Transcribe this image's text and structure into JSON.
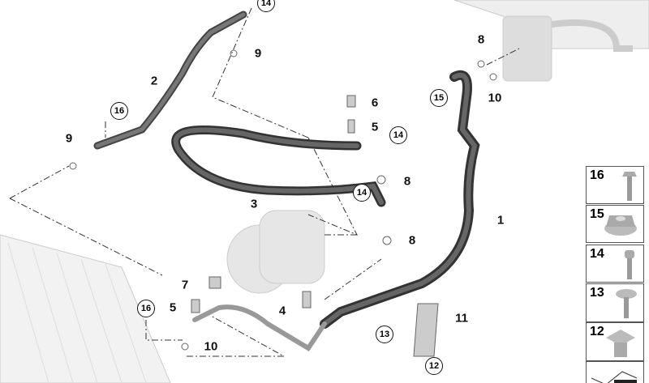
{
  "callouts": {
    "c14a": "14",
    "c16a": "16",
    "c15": "15",
    "c14b": "14",
    "c14c": "14",
    "c13": "13",
    "c12": "12",
    "c16b": "16"
  },
  "labels": {
    "l9a": "9",
    "l2": "2",
    "l9b": "9",
    "l6": "6",
    "l5a": "5",
    "l3": "3",
    "l8a": "8",
    "l8b": "8",
    "l8c": "8",
    "l10a": "10",
    "l1": "1",
    "l7": "7",
    "l5b": "5",
    "l4": "4",
    "l10b": "10",
    "l11": "11"
  },
  "panel": [
    "16",
    "15",
    "14",
    "13",
    "12",
    ""
  ]
}
